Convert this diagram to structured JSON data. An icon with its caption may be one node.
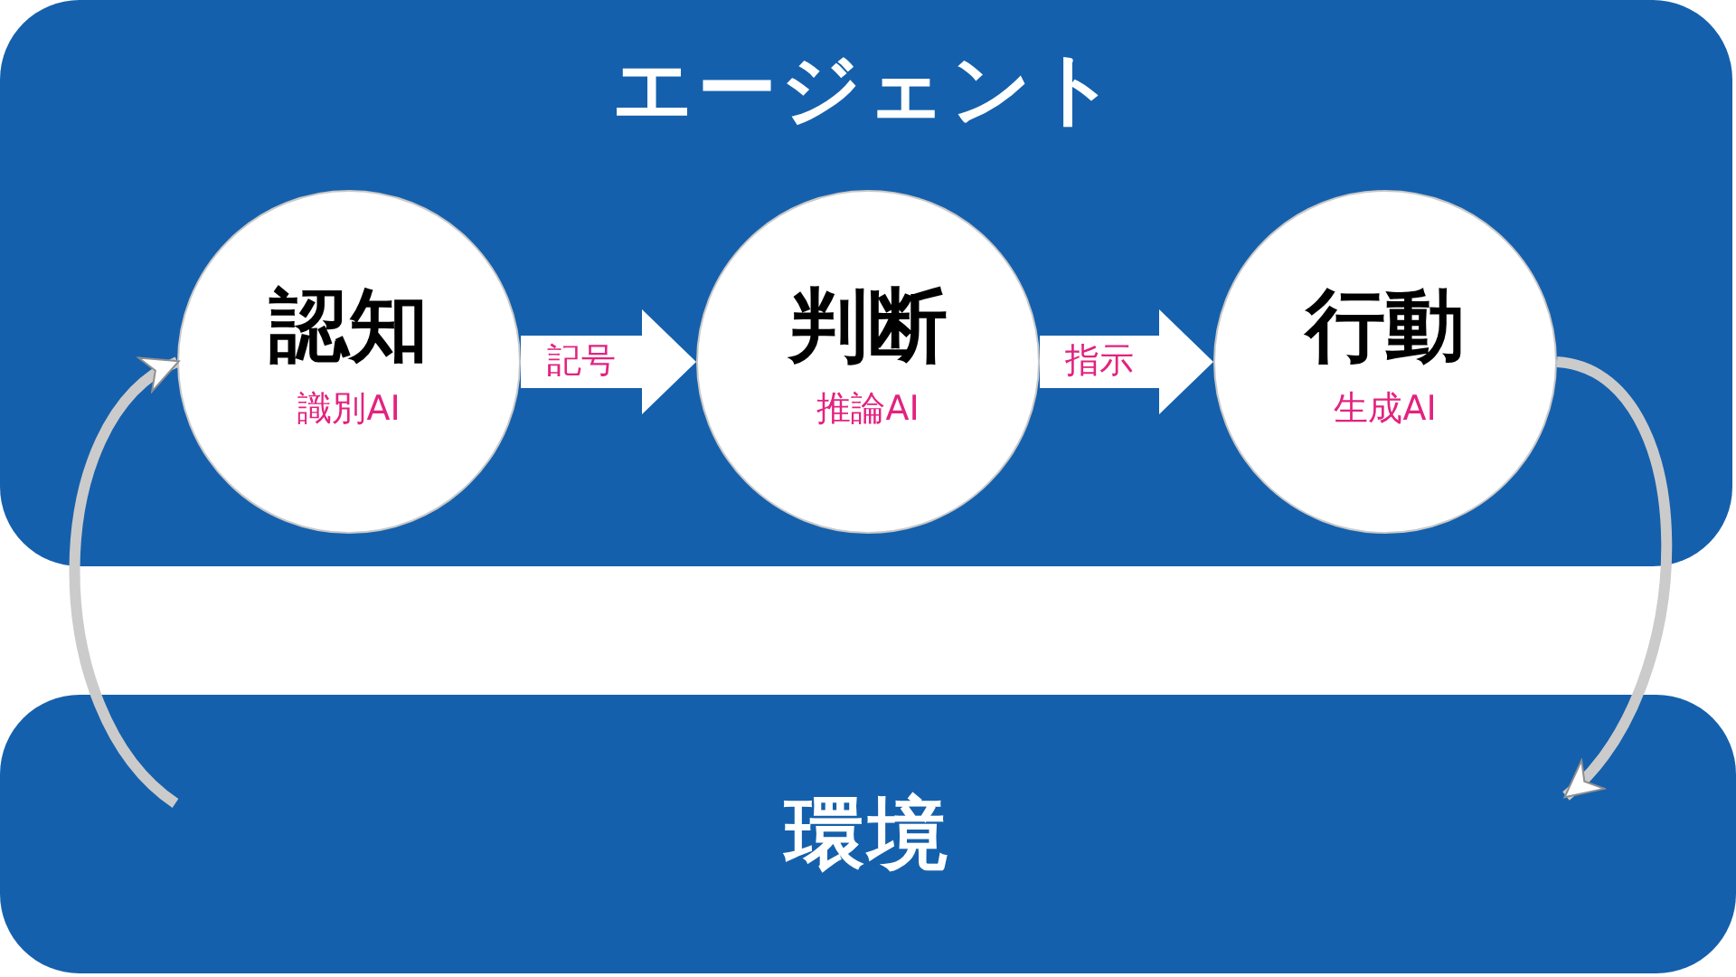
{
  "diagram": {
    "nodes": [
      {
        "text": [
          "エージェント"
        ]
      },
      {
        "text": [
          "認知",
          "識別AI"
        ],
        "in": 0
      },
      {
        "text": [
          "判断",
          "推論AI"
        ],
        "in": 0
      },
      {
        "text": [
          "行動",
          "生成AI"
        ],
        "in": 0
      },
      {
        "text": [
          "環境"
        ]
      }
    ],
    "edges": [
      {
        "from": 1,
        "to": 2,
        "arrow": "to",
        "label": "記号",
        "style": "thick"
      },
      {
        "from": 2,
        "to": 3,
        "arrow": "to",
        "label": "指示",
        "style": "thick"
      },
      {
        "from": 3,
        "to": 4,
        "arrow": "to"
      },
      {
        "from": 4,
        "to": 1,
        "arrow": "to"
      }
    ]
  }
}
